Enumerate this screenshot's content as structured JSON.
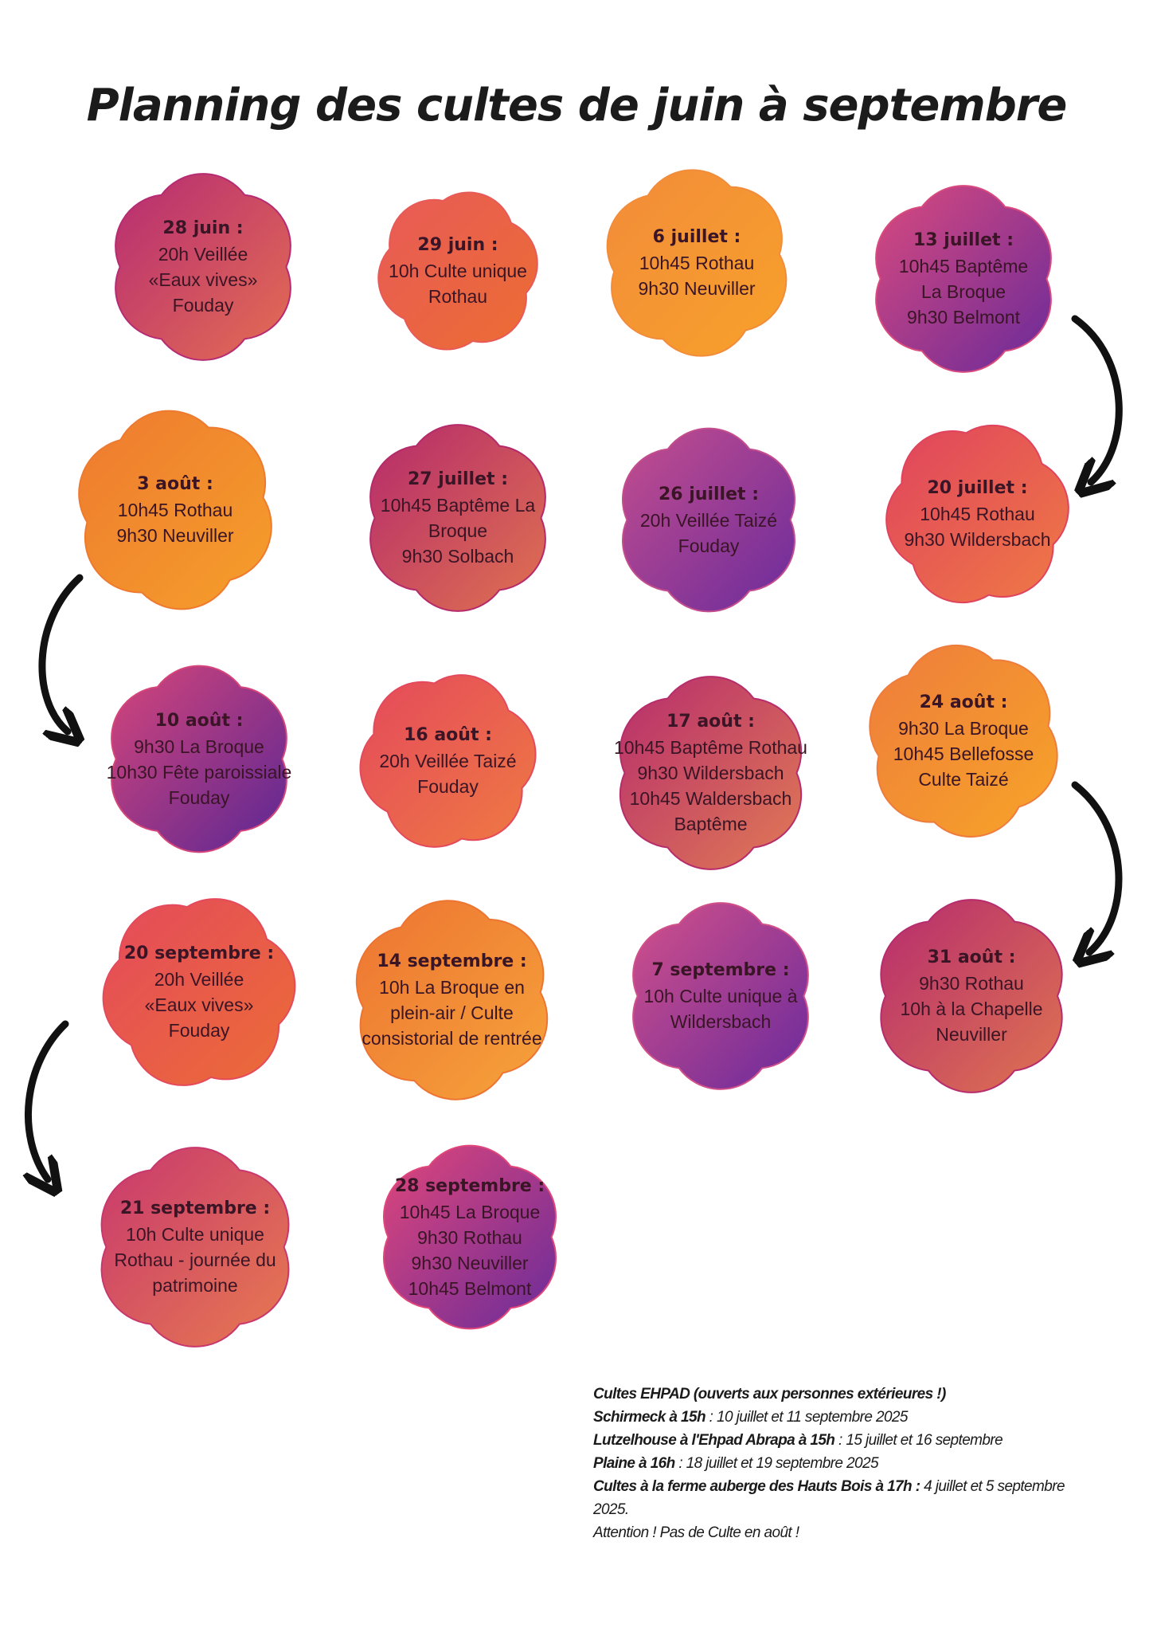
{
  "title": "Planning des cultes de juin à septembre",
  "palette": {
    "magenta": "#c3336c",
    "orange": "#f0902a",
    "violet": "#6a2a9a",
    "arrow": "#111111"
  },
  "flowers": [
    {
      "date": "28 juin :",
      "lines": [
        "20h Veillée",
        "«Eaux vives»",
        "Fouday"
      ],
      "gradient": [
        "#b62b73",
        "#e46e52"
      ]
    },
    {
      "date": "29 juin :",
      "lines": [
        "10h Culte unique",
        "Rothau"
      ],
      "gradient": [
        "#e85a58",
        "#ec6d32"
      ]
    },
    {
      "date": "6 juillet :",
      "lines": [
        "10h45 Rothau",
        "9h30 Neuviller"
      ],
      "gradient": [
        "#f28c3a",
        "#f7a12a"
      ]
    },
    {
      "date": "13 juillet :",
      "lines": [
        "10h45 Baptême",
        "La Broque",
        "9h30 Belmont"
      ],
      "gradient": [
        "#d94a7e",
        "#6a2a9a"
      ]
    },
    {
      "date": "3 août :",
      "lines": [
        "10h45 Rothau",
        "9h30 Neuviller"
      ],
      "gradient": [
        "#ee7a30",
        "#f59f2a"
      ]
    },
    {
      "date": "27 juillet :",
      "lines": [
        "10h45 Baptême La",
        "Broque",
        "9h30 Solbach"
      ],
      "gradient": [
        "#b52a6b",
        "#e07250"
      ]
    },
    {
      "date": "26 juillet :",
      "lines": [
        "20h Veillée Taizé",
        "Fouday"
      ],
      "gradient": [
        "#c44d8e",
        "#6b2c9c"
      ]
    },
    {
      "date": "20 juillet :",
      "lines": [
        "10h45 Rothau",
        "9h30 Wildersbach"
      ],
      "gradient": [
        "#e0435e",
        "#ef7a44"
      ]
    },
    {
      "date": "10 août :",
      "lines": [
        "9h30 La Broque",
        "10h30 Fête paroissiale",
        "Fouday"
      ],
      "gradient": [
        "#d5457a",
        "#5b2794"
      ]
    },
    {
      "date": "16 août :",
      "lines": [
        "20h Veillée Taizé",
        "Fouday"
      ],
      "gradient": [
        "#e4495c",
        "#ef7a42"
      ]
    },
    {
      "date": "17 août :",
      "lines": [
        "10h45 Baptême Rothau",
        "9h30 Wildersbach",
        "10h45 Waldersbach",
        "Baptême"
      ],
      "gradient": [
        "#b72d6c",
        "#e07a55"
      ]
    },
    {
      "date": "24 août :",
      "lines": [
        "9h30 La Broque",
        "10h45 Bellefosse",
        "Culte Taizé"
      ],
      "gradient": [
        "#ee7c3c",
        "#f7a428"
      ]
    },
    {
      "date": "20 septembre :",
      "lines": [
        "20h Veillée",
        "«Eaux vives»",
        "Fouday"
      ],
      "gradient": [
        "#e44a5c",
        "#ec6c36"
      ]
    },
    {
      "date": "14 septembre :",
      "lines": [
        "10h La Broque en",
        "plein-air / Culte",
        "consistorial de rentrée"
      ],
      "gradient": [
        "#ed7432",
        "#f6a33a"
      ]
    },
    {
      "date": "7 septembre :",
      "lines": [
        "10h Culte unique à",
        "Wildersbach"
      ],
      "gradient": [
        "#d2508a",
        "#6a2a9c"
      ]
    },
    {
      "date": "31 août :",
      "lines": [
        "9h30 Rothau",
        "10h à la Chapelle",
        "Neuviller"
      ],
      "gradient": [
        "#b62c6e",
        "#df7450"
      ]
    },
    {
      "date": "21 septembre :",
      "lines": [
        "10h Culte unique",
        "Rothau - journée du",
        "patrimoine"
      ],
      "gradient": [
        "#c8386e",
        "#e77a50"
      ]
    },
    {
      "date": "28 septembre :",
      "lines": [
        "10h45 La Broque",
        "9h30 Rothau",
        "9h30 Neuviller",
        "10h45 Belmont"
      ],
      "gradient": [
        "#e0467a",
        "#6a2c9a"
      ]
    }
  ],
  "notes": {
    "heading": "Cultes EHPAD (ouverts aux personnes extérieures !)",
    "items": [
      {
        "bold": "Schirmeck à 15h",
        "text": " : 10 juillet et 11 septembre 2025"
      },
      {
        "bold": "Lutzelhouse à l'Ehpad Abrapa à 15h",
        "text": " : 15 juillet et 16 septembre"
      },
      {
        "bold": "Plaine à 16h",
        "text": " : 18 juillet et 19 septembre 2025"
      },
      {
        "bold": "Cultes à la ferme auberge des Hauts Bois à 17h :",
        "text": " 4 juillet et 5 septembre 2025."
      }
    ],
    "warning": "Attention ! Pas de Culte en août !"
  }
}
